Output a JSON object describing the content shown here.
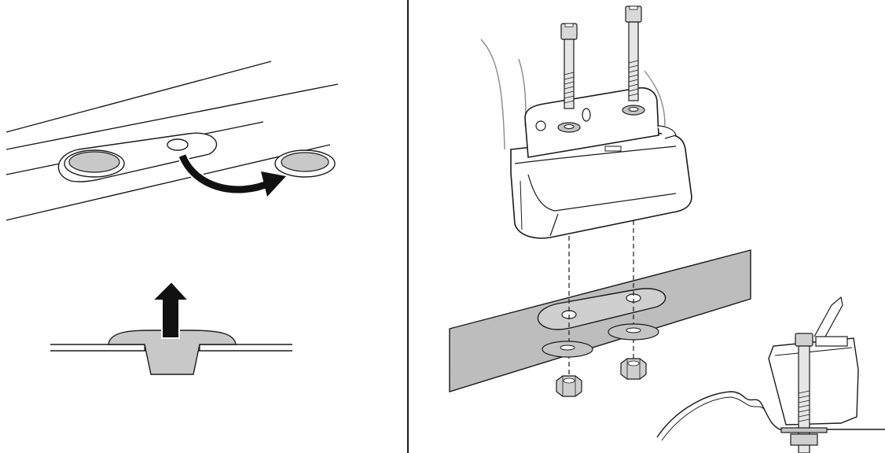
{
  "figure": {
    "panels": [
      {
        "id": "left-top",
        "subject": "roof-rail-with-cover-plug"
      },
      {
        "id": "left-bottom",
        "subject": "plug-cross-section"
      },
      {
        "id": "right",
        "subject": "foot-bracket-bolt-assembly"
      }
    ],
    "colors": {
      "ink": "#1a1a1a",
      "plug_fill": "#c8c8c8",
      "rail_band": "#bdbdbd",
      "washer": "#c4c4c4",
      "paper": "#ffffff"
    },
    "icons": [
      "curved-arrow-icon",
      "up-arrow-icon"
    ]
  }
}
